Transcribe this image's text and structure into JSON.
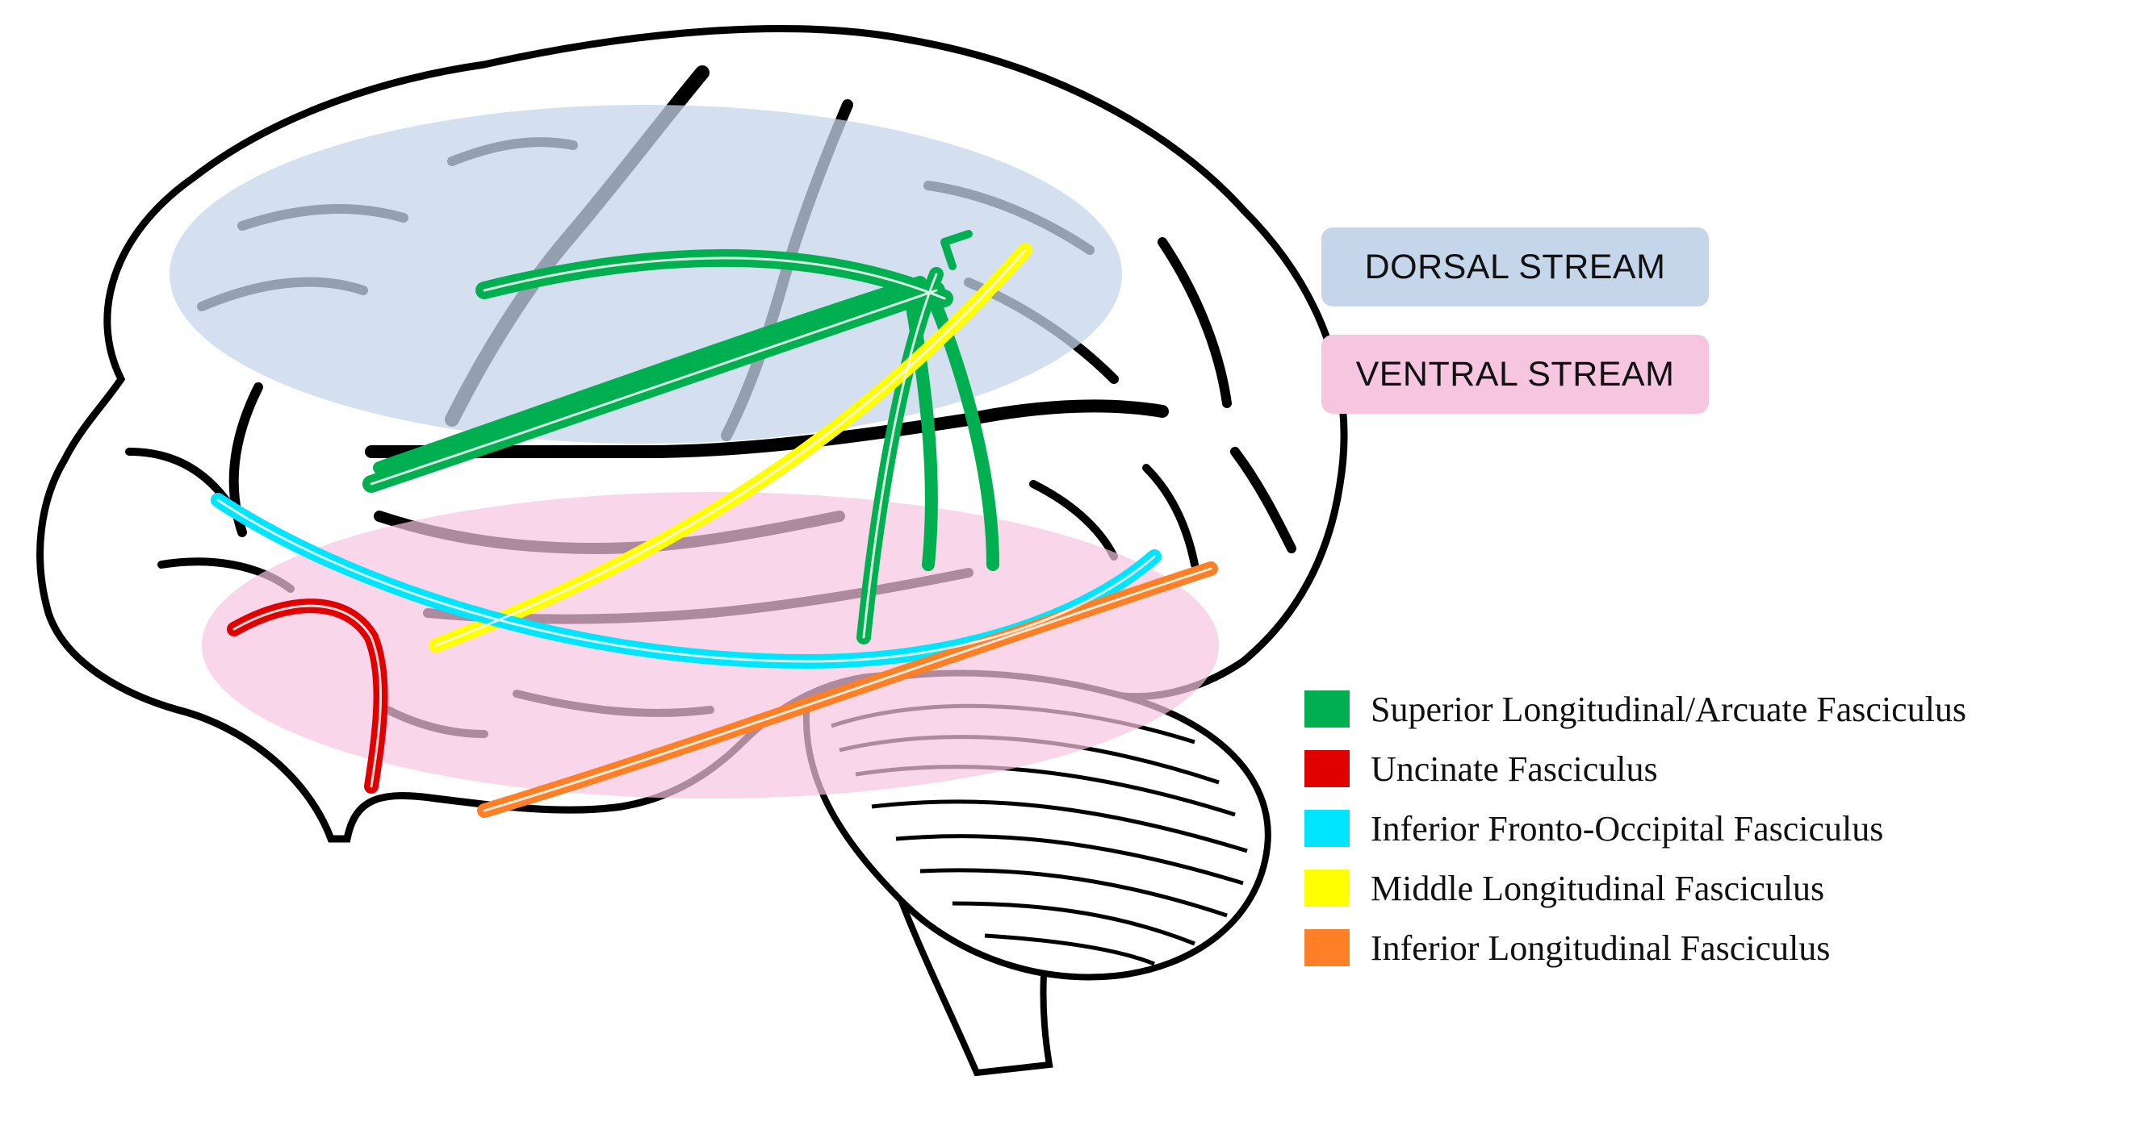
{
  "streams": [
    {
      "id": "dorsal",
      "label": "DORSAL STREAM",
      "color": "#c5d5ea"
    },
    {
      "id": "ventral",
      "label": "VENTRAL STREAM",
      "color": "#f6c5df"
    }
  ],
  "legend": [
    {
      "label": "Superior Longitudinal/Arcuate Fasciculus",
      "color": "#00b050"
    },
    {
      "label": "Uncinate Fasciculus",
      "color": "#e00000"
    },
    {
      "label": "Inferior Fronto-Occipital Fasciculus",
      "color": "#00e5ff"
    },
    {
      "label": "Middle Longitudinal Fasciculus",
      "color": "#ffff00"
    },
    {
      "label": "Inferior Longitudinal Fasciculus",
      "color": "#ff7f27"
    }
  ]
}
